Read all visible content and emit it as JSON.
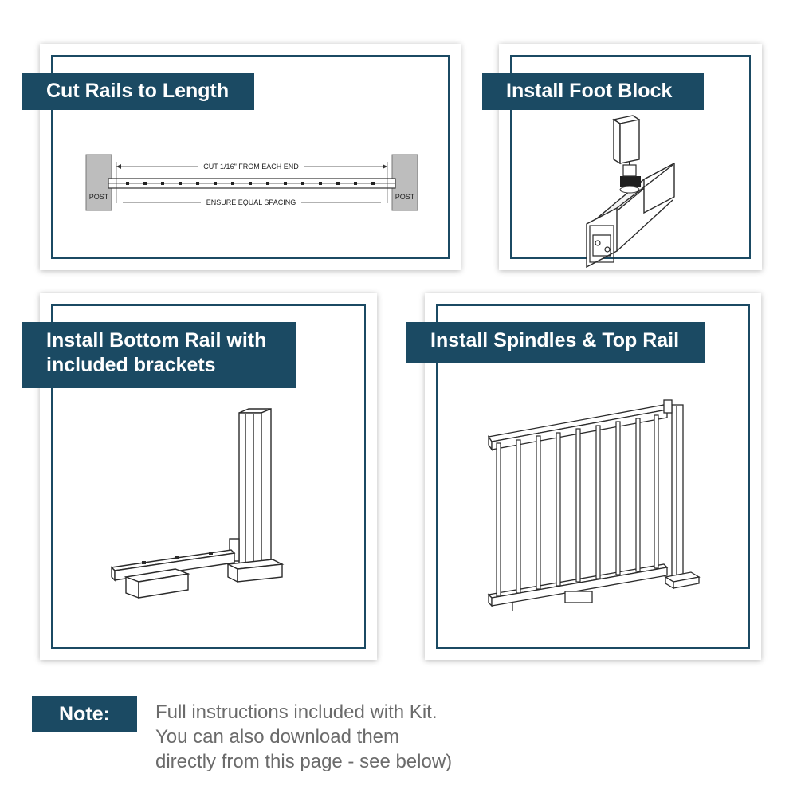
{
  "colors": {
    "accent": "#1b4a63",
    "note_text": "#6b6b6b",
    "line_art": "#2b2b2b",
    "post_fill": "#bdbdbd"
  },
  "steps": [
    {
      "title": "Cut Rails to Length",
      "annotations": {
        "cut": "CUT 1/16\" FROM EACH END",
        "spacing": "ENSURE EQUAL SPACING",
        "post_left": "POST",
        "post_right": "POST"
      }
    },
    {
      "title": "Install Foot Block"
    },
    {
      "title_line1": "Install Bottom Rail with",
      "title_line2": "included brackets"
    },
    {
      "title": "Install Spindles & Top Rail"
    }
  ],
  "note": {
    "label": "Note:",
    "lines": [
      "Full instructions included with Kit.",
      "You can also download them",
      "directly from this page - see below)"
    ]
  }
}
